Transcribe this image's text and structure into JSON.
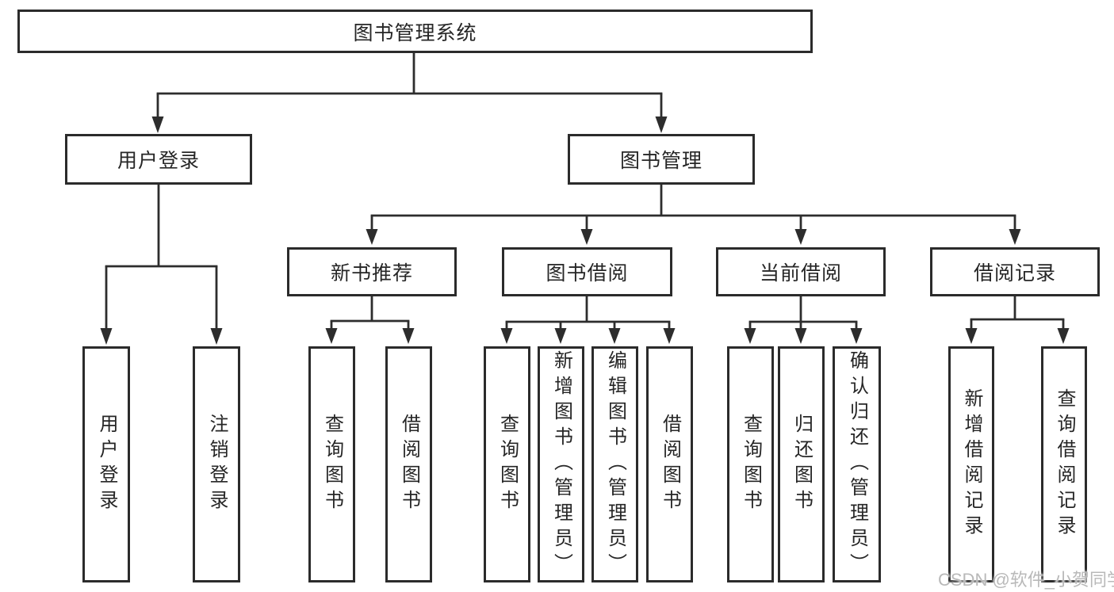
{
  "diagram": {
    "title": "图书管理系统",
    "line_color": "#2d2d2d",
    "watermark": "CSDN @软件_小贺同学",
    "nodes": {
      "root": "图书管理系统",
      "login_group": "用户登录",
      "mgmt_group": "图书管理",
      "login": "用户登录",
      "logout": "注销登录",
      "rec": "新书推荐",
      "borrow": "图书借阅",
      "current": "当前借阅",
      "record": "借阅记录",
      "rec_query": "查询图书",
      "rec_borrow": "借阅图书",
      "borrow_query": "查询图书",
      "borrow_add": "新增图书（管理员）",
      "borrow_edit": "编辑图书（管理员）",
      "borrow_borrow": "借阅图书",
      "current_query": "查询图书",
      "current_return": "归还图书",
      "current_confirm": "确认归还（管理员）",
      "record_add": "新增借阅记录",
      "record_query": "查询借阅记录"
    }
  }
}
